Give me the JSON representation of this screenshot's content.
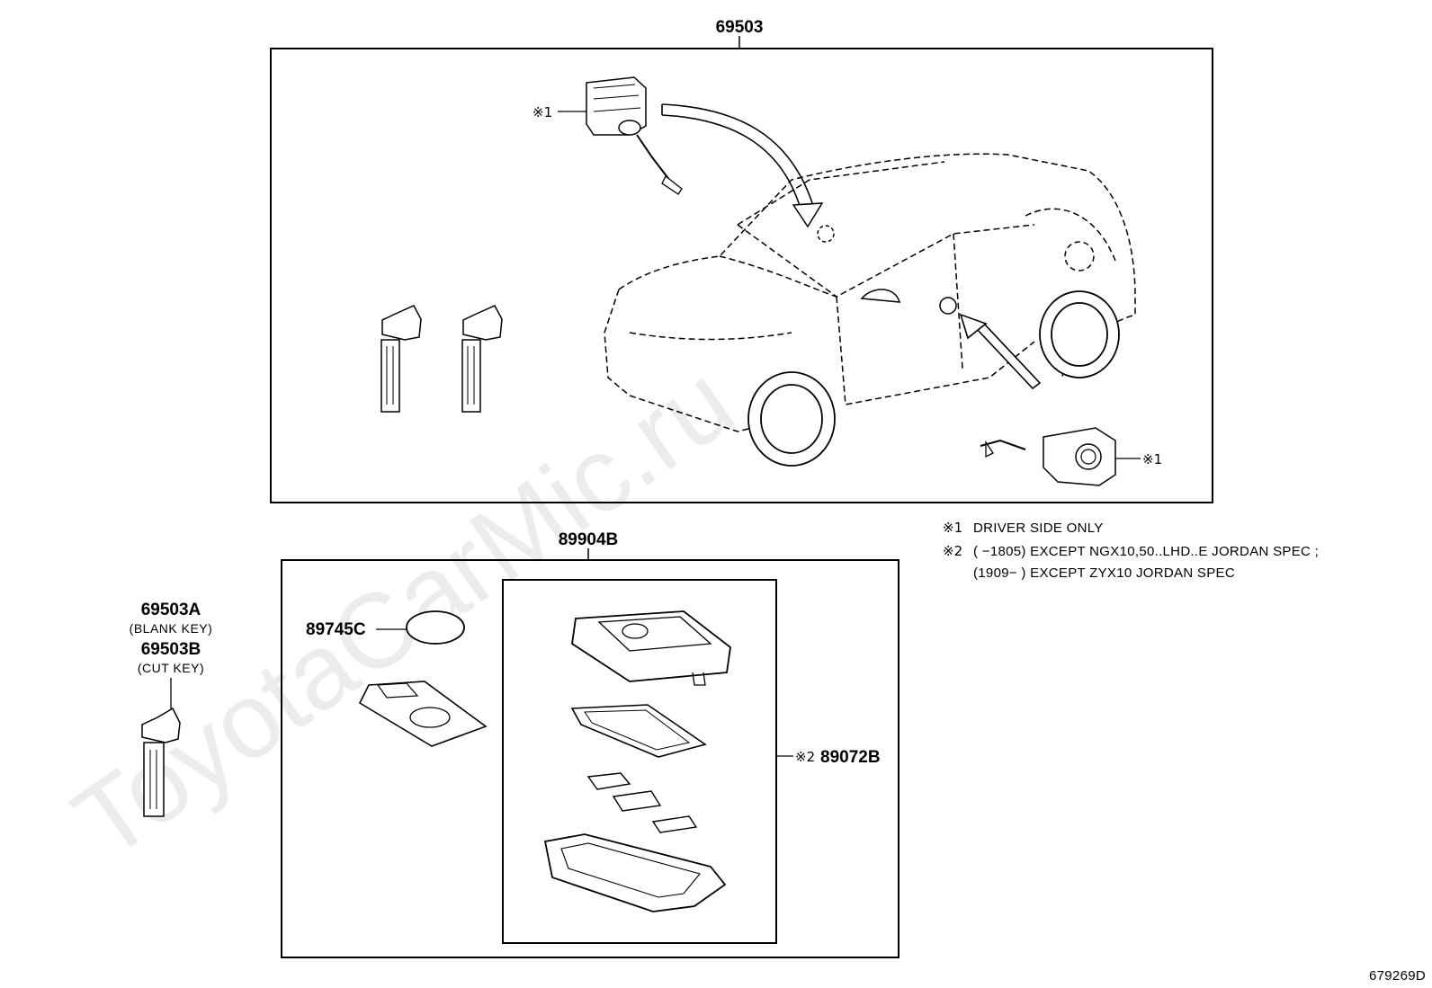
{
  "watermark": "ToyotaCarMic.ru",
  "assemblies": {
    "top": {
      "part_no": "69503"
    },
    "bottom": {
      "part_no": "89904B"
    }
  },
  "parts": {
    "battery": "89745C",
    "transmitter_case": "89072B",
    "blank_key": "69503A",
    "blank_key_note": "(BLANK KEY)",
    "cut_key": "69503B",
    "cut_key_note": "(CUT KEY)"
  },
  "markers": {
    "m1": "※1",
    "m2": "※2"
  },
  "notes": {
    "note1": "DRIVER SIDE ONLY",
    "note2_line1": "(       −1805) EXCEPT NGX10,50..LHD..E JORDAN SPEC ;",
    "note2_line2": "(1909−       ) EXCEPT ZYX10 JORDAN SPEC"
  },
  "figure_id": "679269D"
}
